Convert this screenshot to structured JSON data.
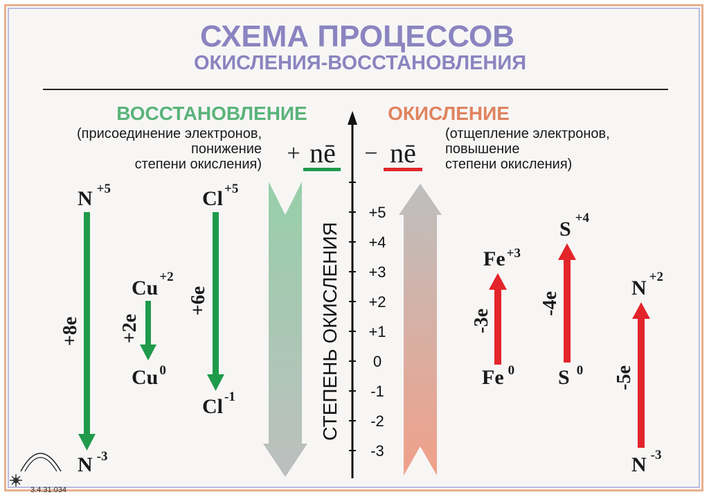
{
  "title": {
    "line1": "СХЕМА ПРОЦЕССОВ",
    "line2": "ОКИСЛЕНИЯ-ВОССТАНОВЛЕНИЯ"
  },
  "reduction": {
    "heading": "ВОССТАНОВЛЕНИЕ",
    "desc": [
      "(присоединение электронов,",
      "понижение",
      "степени окисления)"
    ],
    "sign": "+",
    "electron": "nē"
  },
  "oxidation": {
    "heading": "ОКИСЛЕНИЕ",
    "desc": [
      "(отщепление электронов,",
      "повышение",
      "степени окисления)"
    ],
    "sign": "−",
    "electron": "nē"
  },
  "axis": {
    "label": "СТЕПЕНЬ ОКИСЛЕНИЯ",
    "ticks": [
      "+5",
      "+4",
      "+3",
      "+2",
      "+1",
      "0",
      "-1",
      "-2",
      "-3"
    ]
  },
  "reactions_reduction": [
    {
      "from_el": "N",
      "from_ox": "+5",
      "to_el": "N",
      "to_ox": "-3",
      "electrons": "+8e"
    },
    {
      "from_el": "Cu",
      "from_ox": "+2",
      "to_el": "Cu",
      "to_ox": "0",
      "electrons": "+2e"
    },
    {
      "from_el": "Cl",
      "from_ox": "+5",
      "to_el": "Cl",
      "to_ox": "-1",
      "electrons": "+6e"
    }
  ],
  "reactions_oxidation": [
    {
      "from_el": "Fe",
      "from_ox": "0",
      "to_el": "Fe",
      "to_ox": "+3",
      "electrons": "-3e"
    },
    {
      "from_el": "S",
      "from_ox": "0",
      "to_el": "S",
      "to_ox": "+4",
      "electrons": "-4e"
    },
    {
      "from_el": "N",
      "from_ox": "-3",
      "to_el": "N",
      "to_ox": "+2",
      "electrons": "-5e"
    }
  ],
  "catalog_code": "3.4.31.034",
  "colors": {
    "title": "#8a84c0",
    "reduction": "#5ab37a",
    "oxidation": "#e0835f",
    "green_arrow": "#1f9a4a",
    "red_arrow": "#e3252b",
    "text": "#1a1a1a"
  }
}
